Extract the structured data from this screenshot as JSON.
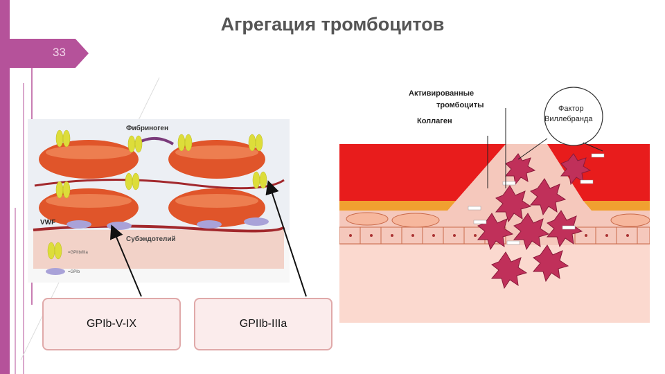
{
  "slide": {
    "title": "Агрегация тромбоцитов",
    "page_number": "33"
  },
  "left_figure": {
    "label_fibrinogen": "Фибриноген",
    "label_vwf": "VWF",
    "label_subendothelium": "Субэндотелий",
    "legend_gpiib": "=GPIIb/IIIa",
    "legend_gpib": "=GPIb"
  },
  "right_figure": {
    "label_activated": "Активированные",
    "label_platelets": "тромбоциты",
    "label_collagen": "Коллаген",
    "label_factor": "Фактор",
    "label_willebrand": "Виллебранда"
  },
  "callouts": {
    "box1": "GPIb-V-IX",
    "box2": "GPIIb-IIIa"
  },
  "colors": {
    "accent": "#b5529a",
    "platelet": "#e0552a",
    "vessel_red": "#e81c1c",
    "activated_platelet": "#c0305a"
  }
}
